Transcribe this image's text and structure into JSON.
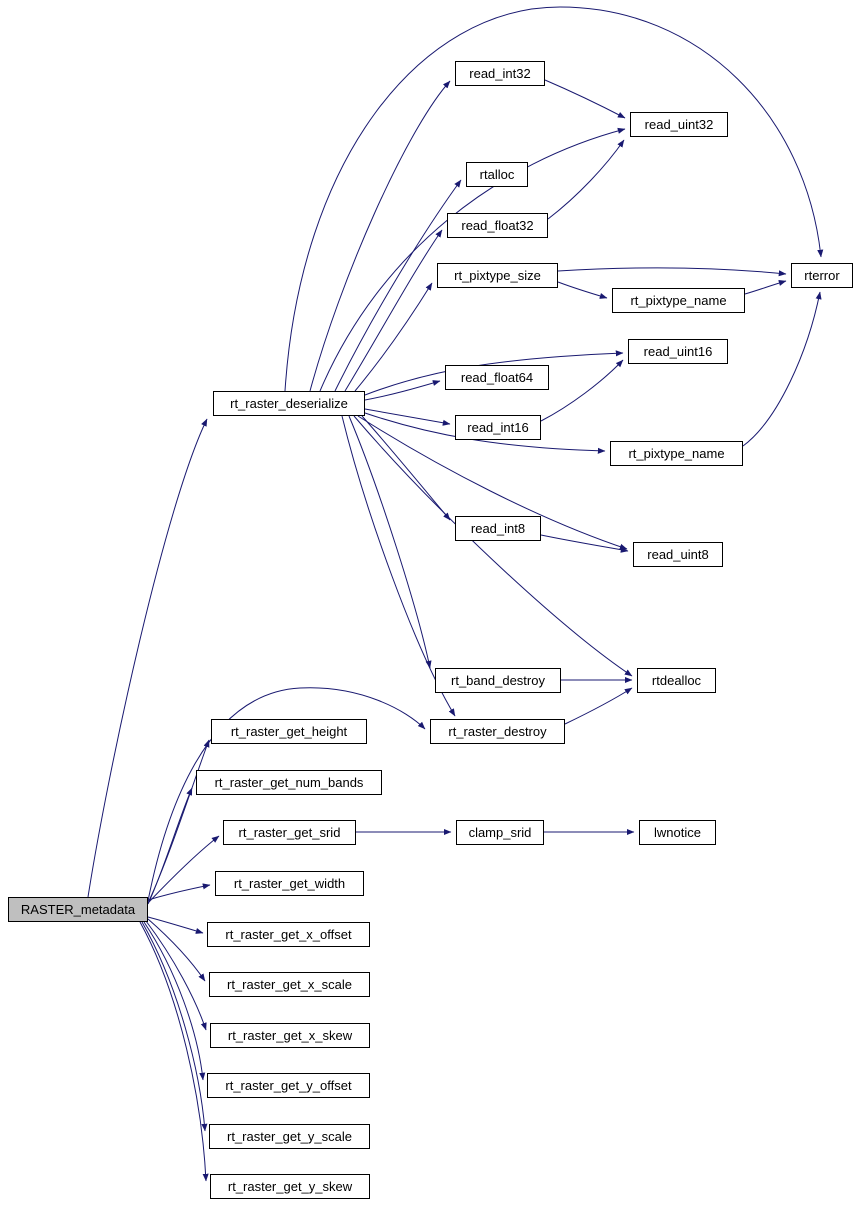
{
  "diagram": {
    "type": "call-graph",
    "edge_color": "#191970",
    "node_border_color": "#000000",
    "node_fill": "#ffffff",
    "root_fill": "#bfbfbf"
  },
  "nodes": [
    {
      "id": "RASTER_metadata",
      "label": "RASTER_metadata",
      "root": true
    },
    {
      "id": "rt_raster_deserialize",
      "label": "rt_raster_deserialize"
    },
    {
      "id": "read_int32",
      "label": "read_int32"
    },
    {
      "id": "read_uint32",
      "label": "read_uint32"
    },
    {
      "id": "rtalloc",
      "label": "rtalloc"
    },
    {
      "id": "read_float32",
      "label": "read_float32"
    },
    {
      "id": "rt_pixtype_size",
      "label": "rt_pixtype_size"
    },
    {
      "id": "rt_pixtype_name_1",
      "label": "rt_pixtype_name"
    },
    {
      "id": "rterror",
      "label": "rterror"
    },
    {
      "id": "read_uint16",
      "label": "read_uint16"
    },
    {
      "id": "read_float64",
      "label": "read_float64"
    },
    {
      "id": "read_int16",
      "label": "read_int16"
    },
    {
      "id": "rt_pixtype_name_2",
      "label": "rt_pixtype_name"
    },
    {
      "id": "read_int8",
      "label": "read_int8"
    },
    {
      "id": "read_uint8",
      "label": "read_uint8"
    },
    {
      "id": "rt_band_destroy",
      "label": "rt_band_destroy"
    },
    {
      "id": "rtdealloc",
      "label": "rtdealloc"
    },
    {
      "id": "rt_raster_destroy",
      "label": "rt_raster_destroy"
    },
    {
      "id": "rt_raster_get_height",
      "label": "rt_raster_get_height"
    },
    {
      "id": "rt_raster_get_num_bands",
      "label": "rt_raster_get_num_bands"
    },
    {
      "id": "rt_raster_get_srid",
      "label": "rt_raster_get_srid"
    },
    {
      "id": "clamp_srid",
      "label": "clamp_srid"
    },
    {
      "id": "lwnotice",
      "label": "lwnotice"
    },
    {
      "id": "rt_raster_get_width",
      "label": "rt_raster_get_width"
    },
    {
      "id": "rt_raster_get_x_offset",
      "label": "rt_raster_get_x_offset"
    },
    {
      "id": "rt_raster_get_x_scale",
      "label": "rt_raster_get_x_scale"
    },
    {
      "id": "rt_raster_get_x_skew",
      "label": "rt_raster_get_x_skew"
    },
    {
      "id": "rt_raster_get_y_offset",
      "label": "rt_raster_get_y_offset"
    },
    {
      "id": "rt_raster_get_y_scale",
      "label": "rt_raster_get_y_scale"
    },
    {
      "id": "rt_raster_get_y_skew",
      "label": "rt_raster_get_y_skew"
    }
  ],
  "edges": [
    {
      "from": "RASTER_metadata",
      "to": "rt_raster_deserialize"
    },
    {
      "from": "RASTER_metadata",
      "to": "rt_raster_destroy"
    },
    {
      "from": "RASTER_metadata",
      "to": "rt_raster_get_height"
    },
    {
      "from": "RASTER_metadata",
      "to": "rt_raster_get_num_bands"
    },
    {
      "from": "RASTER_metadata",
      "to": "rt_raster_get_srid"
    },
    {
      "from": "RASTER_metadata",
      "to": "rt_raster_get_width"
    },
    {
      "from": "RASTER_metadata",
      "to": "rt_raster_get_x_offset"
    },
    {
      "from": "RASTER_metadata",
      "to": "rt_raster_get_x_scale"
    },
    {
      "from": "RASTER_metadata",
      "to": "rt_raster_get_x_skew"
    },
    {
      "from": "RASTER_metadata",
      "to": "rt_raster_get_y_offset"
    },
    {
      "from": "RASTER_metadata",
      "to": "rt_raster_get_y_scale"
    },
    {
      "from": "RASTER_metadata",
      "to": "rt_raster_get_y_skew"
    },
    {
      "from": "rt_raster_deserialize",
      "to": "read_int32"
    },
    {
      "from": "rt_raster_deserialize",
      "to": "read_uint32"
    },
    {
      "from": "rt_raster_deserialize",
      "to": "rtalloc"
    },
    {
      "from": "rt_raster_deserialize",
      "to": "read_float32"
    },
    {
      "from": "rt_raster_deserialize",
      "to": "rt_pixtype_size"
    },
    {
      "from": "rt_raster_deserialize",
      "to": "rterror"
    },
    {
      "from": "rt_raster_deserialize",
      "to": "read_uint16"
    },
    {
      "from": "rt_raster_deserialize",
      "to": "read_float64"
    },
    {
      "from": "rt_raster_deserialize",
      "to": "read_int16"
    },
    {
      "from": "rt_raster_deserialize",
      "to": "rt_pixtype_name_2"
    },
    {
      "from": "rt_raster_deserialize",
      "to": "read_int8"
    },
    {
      "from": "rt_raster_deserialize",
      "to": "read_uint8"
    },
    {
      "from": "rt_raster_deserialize",
      "to": "rtdealloc"
    },
    {
      "from": "rt_raster_deserialize",
      "to": "rt_band_destroy"
    },
    {
      "from": "rt_raster_deserialize",
      "to": "rt_raster_destroy"
    },
    {
      "from": "read_int32",
      "to": "read_uint32"
    },
    {
      "from": "read_float32",
      "to": "read_uint32"
    },
    {
      "from": "rt_pixtype_size",
      "to": "rterror"
    },
    {
      "from": "rt_pixtype_size",
      "to": "rt_pixtype_name_1"
    },
    {
      "from": "rt_pixtype_name_1",
      "to": "rterror"
    },
    {
      "from": "read_int16",
      "to": "read_uint16"
    },
    {
      "from": "rt_pixtype_name_2",
      "to": "rterror"
    },
    {
      "from": "read_int8",
      "to": "read_uint8"
    },
    {
      "from": "rt_band_destroy",
      "to": "rtdealloc"
    },
    {
      "from": "rt_raster_destroy",
      "to": "rtdealloc"
    },
    {
      "from": "rt_raster_get_srid",
      "to": "clamp_srid"
    },
    {
      "from": "clamp_srid",
      "to": "lwnotice"
    }
  ]
}
